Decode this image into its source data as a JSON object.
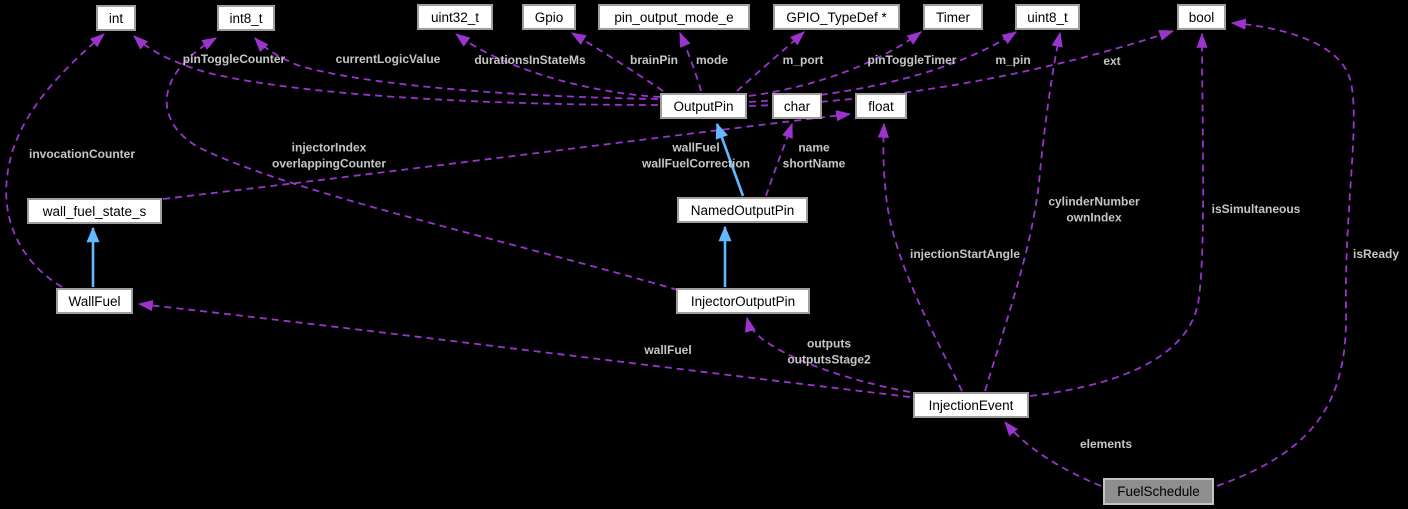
{
  "colors": {
    "background": "#000000",
    "member_edge": "#9a34cd",
    "inheritance_edge": "#63b8ff",
    "node_fill": "#ffffff",
    "node_border": "#9e9e9e",
    "node_text": "#000000",
    "selected_node_fill": "#8e8e8e",
    "selected_node_border": "#c2c2c2",
    "edge_label_text": "#c6c6c6"
  },
  "nodes": [
    {
      "label": "int"
    },
    {
      "label": "int8_t"
    },
    {
      "label": "uint32_t"
    },
    {
      "label": "Gpio"
    },
    {
      "label": "pin_output_mode_e"
    },
    {
      "label": "GPIO_TypeDef *"
    },
    {
      "label": "Timer"
    },
    {
      "label": "uint8_t"
    },
    {
      "label": "bool"
    },
    {
      "label": "OutputPin"
    },
    {
      "label": "char"
    },
    {
      "label": "float"
    },
    {
      "label": "wall_fuel_state_s"
    },
    {
      "label": "NamedOutputPin"
    },
    {
      "label": "WallFuel"
    },
    {
      "label": "InjectorOutputPin"
    },
    {
      "label": "InjectionEvent"
    },
    {
      "label": "FuelSchedule"
    }
  ],
  "edges": [
    {
      "from": "WallFuel",
      "to": "int",
      "label": "invocationCounter",
      "type": "member"
    },
    {
      "from": "OutputPin",
      "to": "int",
      "label": "pinToggleCounter",
      "type": "member"
    },
    {
      "from": "OutputPin",
      "to": "int8_t",
      "label": "currentLogicValue",
      "type": "member"
    },
    {
      "from": "OutputPin",
      "to": "uint32_t",
      "label": "durationsInStateMs",
      "type": "member"
    },
    {
      "from": "OutputPin",
      "to": "Gpio",
      "label": "brainPin",
      "type": "member"
    },
    {
      "from": "OutputPin",
      "to": "pin_output_mode_e",
      "label": "mode",
      "type": "member"
    },
    {
      "from": "OutputPin",
      "to": "GPIO_TypeDef *",
      "label": "m_port",
      "type": "member"
    },
    {
      "from": "OutputPin",
      "to": "Timer",
      "label": "pinToggleTimer",
      "type": "member"
    },
    {
      "from": "OutputPin",
      "to": "uint8_t",
      "label": "m_pin",
      "type": "member"
    },
    {
      "from": "OutputPin",
      "to": "bool",
      "label": "ext",
      "type": "member"
    },
    {
      "from": "NamedOutputPin",
      "to": "char",
      "label": "name\nshortName",
      "type": "member"
    },
    {
      "from": "wall_fuel_state_s",
      "to": "float",
      "label": "wallFuel\nwallFuelCorrection",
      "type": "member"
    },
    {
      "from": "InjectorOutputPin",
      "to": "int8_t",
      "label": "injectorIndex\noverlappingCounter",
      "type": "member"
    },
    {
      "from": "InjectionEvent",
      "to": "float",
      "label": "injectionStartAngle",
      "type": "member"
    },
    {
      "from": "InjectionEvent",
      "to": "uint8_t",
      "label": "cylinderNumber\nownIndex",
      "type": "member"
    },
    {
      "from": "InjectionEvent",
      "to": "bool",
      "label": "isSimultaneous",
      "type": "member"
    },
    {
      "from": "InjectionEvent",
      "to": "WallFuel",
      "label": "wallFuel",
      "type": "member"
    },
    {
      "from": "InjectionEvent",
      "to": "InjectorOutputPin",
      "label": "outputs\noutputsStage2",
      "type": "member"
    },
    {
      "from": "FuelSchedule",
      "to": "InjectionEvent",
      "label": "elements",
      "type": "member"
    },
    {
      "from": "FuelSchedule",
      "to": "bool",
      "label": "isReady",
      "type": "member"
    },
    {
      "from": "WallFuel",
      "to": "wall_fuel_state_s",
      "label": "",
      "type": "inheritance"
    },
    {
      "from": "NamedOutputPin",
      "to": "OutputPin",
      "label": "",
      "type": "inheritance"
    },
    {
      "from": "InjectorOutputPin",
      "to": "NamedOutputPin",
      "label": "",
      "type": "inheritance"
    }
  ]
}
